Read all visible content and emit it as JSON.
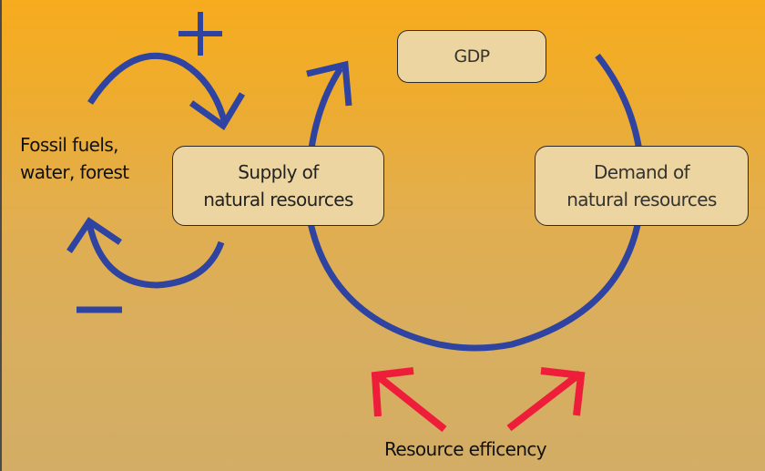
{
  "diagram": {
    "nodes": {
      "gdp": "GDP",
      "supply": [
        "Supply of",
        "natural resources"
      ],
      "demand": [
        "Demand of",
        "natural resources"
      ]
    },
    "labels": {
      "fossil": [
        "Fossil fuels,",
        "water, forest"
      ],
      "efficiency": "Resource efficency"
    },
    "symbols": {
      "plus": "+",
      "minus": "−"
    },
    "colors": {
      "loop": "#2f43a0",
      "efficiency_arrows": "#ee1d3a",
      "box_fill": "#ecd5a0",
      "background_top": "#f7ab1e",
      "background_bottom": "#d3ad66"
    }
  }
}
